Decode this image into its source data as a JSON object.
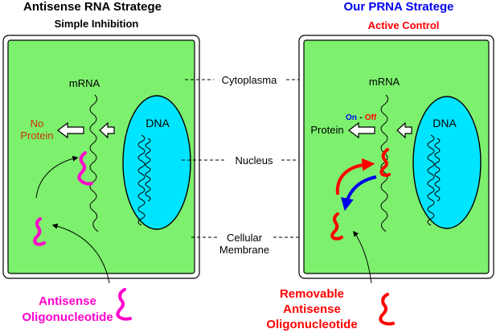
{
  "left": {
    "title": "Antisense RNA Stratege",
    "subtitle": "Simple Inhibition",
    "mrna_label": "mRNA",
    "no_protein_line1": "No",
    "no_protein_line2": "Protein",
    "dna_label": "DNA",
    "oligo_line1": "Antisense",
    "oligo_line2": "Oligonucleotide"
  },
  "right": {
    "title": "Our PRNA Stratege",
    "subtitle": "Active Control",
    "mrna_label": "mRNA",
    "protein_label": "Protein",
    "on_label": "On",
    "dash_label": "-",
    "off_label": "Off",
    "dna_label": "DNA",
    "oligo_line1": "Removable",
    "oligo_line2": "Antisense",
    "oligo_line3": "Oligonucleotide"
  },
  "center": {
    "cytoplasma": "Cytoplasma",
    "nucleus": "Nucleus",
    "membrane_line1": "Cellular",
    "membrane_line2": "Membrane"
  },
  "colors": {
    "cell_fill": "#7df06e",
    "cell_border": "#000000",
    "nucleus_fill": "#00e5ff",
    "left_title": "#000000",
    "right_title": "#0000ee",
    "subtitle_red": "#ff0000",
    "no_protein": "#cc3300",
    "antisense_magenta": "#ff00cc",
    "removable_red": "#ff0000",
    "on_blue": "#0000ee",
    "off_red": "#ff0000",
    "arrow_blue": "#0000ee"
  }
}
